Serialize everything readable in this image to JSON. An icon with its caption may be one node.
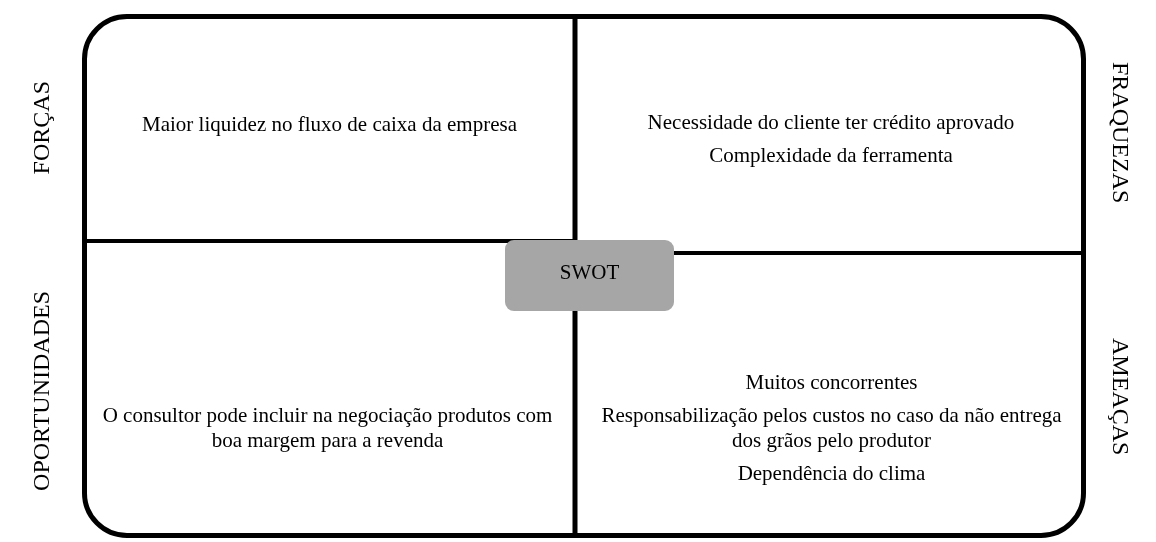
{
  "diagram": {
    "nodes": [
      {
        "text": [
          "FORÇAS",
          "Maior liquidez no fluxo de caixa da empresa"
        ]
      },
      {
        "text": [
          "FRAQUEZAS",
          "Necessidade do cliente ter crédito aprovado",
          "Complexidade da ferramenta"
        ]
      },
      {
        "text": [
          "OPORTUNIDADES",
          "O consultor pode incluir na negociação produtos com boa margem para a revenda"
        ]
      },
      {
        "text": [
          "AMEAÇAS",
          "Muitos concorrentes",
          "Responsabilização pelos custos no caso da não entrega dos grãos pelo produtor",
          "Dependência do clima"
        ]
      },
      {
        "text": [
          "SWOT"
        ]
      }
    ]
  }
}
